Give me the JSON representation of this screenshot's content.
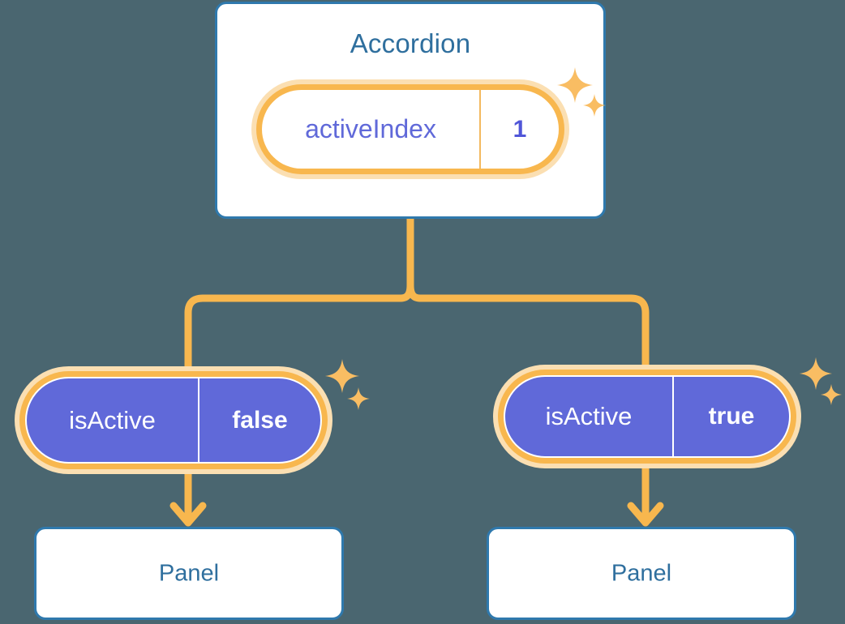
{
  "diagram": {
    "background_color": "#4a6670",
    "accent_orange": "#f8b74e",
    "accent_purple": "#6069d9",
    "accent_blue": "#2f6f9e"
  },
  "root": {
    "title": "Accordion",
    "state": {
      "key": "activeIndex",
      "value": "1"
    }
  },
  "branches": [
    {
      "state": {
        "key": "isActive",
        "value": "false"
      },
      "child": {
        "title": "Panel"
      }
    },
    {
      "state": {
        "key": "isActive",
        "value": "true"
      },
      "child": {
        "title": "Panel"
      }
    }
  ],
  "icons": {
    "sparkle": "sparkle-icon",
    "arrow_down": "arrow-down-icon"
  }
}
